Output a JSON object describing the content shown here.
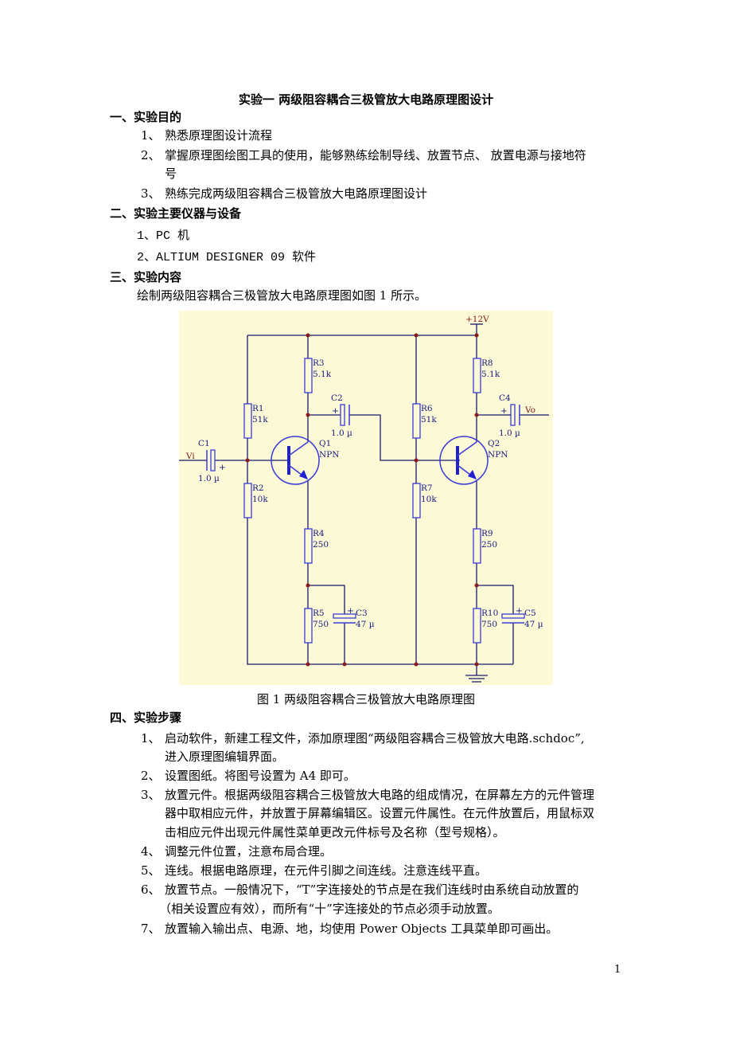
{
  "title": "实验一  两级阻容耦合三极管放大电路原理图设计",
  "sections": [
    {
      "heading": "一、实验目的",
      "items": [
        {
          "num": "1、",
          "lines": [
            "熟悉原理图设计流程"
          ]
        },
        {
          "num": "2、",
          "lines": [
            "掌握原理图绘图工具的使用，能够熟练绘制导线、放置节点、 放置电源与接地符",
            "号"
          ]
        },
        {
          "num": "3、",
          "lines": [
            "熟练完成两级阻容耦合三极管放大电路原理图设计"
          ]
        }
      ]
    },
    {
      "heading": "二、实验主要仪器与设备",
      "items": [
        {
          "text": "1、PC 机"
        },
        {
          "text": "2、ALTIUM DESIGNER 09 软件"
        }
      ]
    },
    {
      "heading": "三、实验内容",
      "items": [
        {
          "text": "绘制两级阻容耦合三极管放大电路原理图如图 1 所示。"
        }
      ]
    },
    {
      "heading": "四、实验步骤",
      "items": [
        {
          "num": "1、",
          "lines": [
            "启动软件，新建工程文件，添加原理图“两级阻容耦合三极管放大电路.schdoc”,",
            "进入原理图编辑界面。"
          ]
        },
        {
          "num": "2、",
          "lines": [
            "设置图纸。将图号设置为 A4 即可。"
          ]
        },
        {
          "num": "3、",
          "lines": [
            "放置元件。根据两级阻容耦合三极管放大电路的组成情况，在屏幕左方的元件管理",
            "器中取相应元件，并放置于屏幕编辑区。设置元件属性。在元件放置后，用鼠标双",
            "击相应元件出现元件属性菜单更改元件标号及名称（型号规格）。"
          ]
        },
        {
          "num": "4、",
          "lines": [
            "调整元件位置，注意布局合理。"
          ]
        },
        {
          "num": "5、",
          "lines": [
            "连线。根据电路原理，在元件引脚之间连线。注意连线平直。"
          ]
        },
        {
          "num": "6、",
          "lines": [
            "放置节点。一般情况下，“T”字连接处的节点是在我们连线时由系统自动放置的",
            "（相关设置应有效），而所有“十”字连接处的节点必须手动放置。"
          ]
        },
        {
          "num": "7、",
          "lines": [
            "放置输入输出点、电源、地，均使用 Power Objects  工具菜单即可画出。"
          ]
        }
      ]
    }
  ],
  "figure": {
    "caption": "图 1  两级阻容耦合三极管放大电路原理图",
    "supply": "+12V",
    "input": "Vi",
    "output": "Vo",
    "components": {
      "R1": {
        "ref": "R1",
        "value": "51k"
      },
      "R2": {
        "ref": "R2",
        "value": "10k"
      },
      "R3": {
        "ref": "R3",
        "value": "5.1k"
      },
      "R4": {
        "ref": "R4",
        "value": "250"
      },
      "R5": {
        "ref": "R5",
        "value": "750"
      },
      "R6": {
        "ref": "R6",
        "value": "51k"
      },
      "R7": {
        "ref": "R7",
        "value": "10k"
      },
      "R8": {
        "ref": "R8",
        "value": "5.1k"
      },
      "R9": {
        "ref": "R9",
        "value": "250"
      },
      "R10": {
        "ref": "R10",
        "value": "750"
      },
      "C1": {
        "ref": "C1",
        "value": "1.0 µ"
      },
      "C2": {
        "ref": "C2",
        "value": "1.0 µ"
      },
      "C3": {
        "ref": "C3",
        "value": "47 µ"
      },
      "C4": {
        "ref": "C4",
        "value": "1.0 µ"
      },
      "C5": {
        "ref": "C5",
        "value": "47 µ"
      },
      "Q1": {
        "ref": "Q1",
        "value": "NPN"
      },
      "Q2": {
        "ref": "Q2",
        "value": "NPN"
      }
    },
    "plus_sign": "+"
  },
  "page_number": "1"
}
